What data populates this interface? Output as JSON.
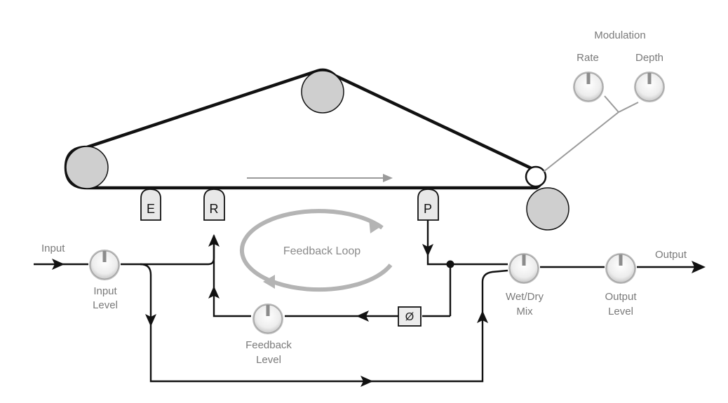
{
  "modulation": {
    "title": "Modulation",
    "rate_label": "Rate",
    "depth_label": "Depth"
  },
  "heads": {
    "erase": "E",
    "record": "R",
    "play": "P"
  },
  "loop": {
    "label": "Feedback Loop"
  },
  "phase": {
    "symbol": "Ø"
  },
  "io": {
    "input": "Input",
    "output": "Output"
  },
  "knobs": {
    "input_level": [
      "Input",
      "Level"
    ],
    "feedback_level": [
      "Feedback",
      "Level"
    ],
    "wet_dry_mix": [
      "Wet/Dry",
      "Mix"
    ],
    "output_level": [
      "Output",
      "Level"
    ]
  },
  "colors": {
    "line": "#111111",
    "gray_line": "#9a9a9a",
    "roller": "#cfcfcf",
    "label": "#7a7a7a"
  }
}
